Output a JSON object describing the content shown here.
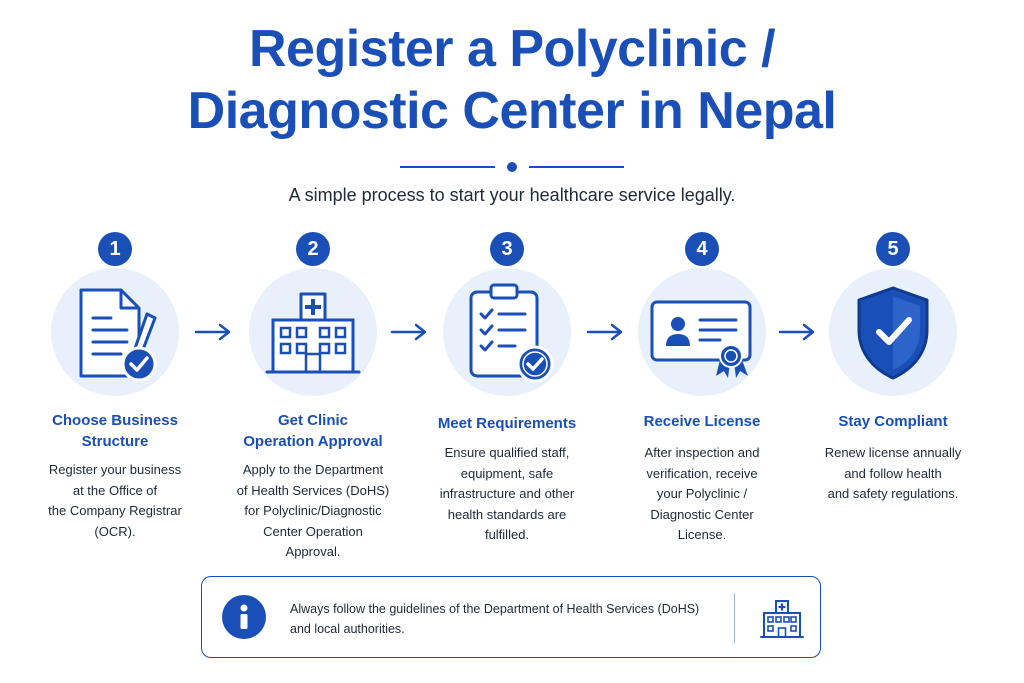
{
  "header": {
    "title_line1": "Register a Polyclinic /",
    "title_line2": "Diagnostic Center in Nepal",
    "subtitle": "A simple process to start your healthcare service legally."
  },
  "colors": {
    "primary": "#1a4fb8",
    "circle_bg": "#e8f0fc"
  },
  "steps": [
    {
      "number": "1",
      "icon": "document-pen-check-icon",
      "title_lines": [
        "Choose Business",
        "Structure"
      ],
      "desc_lines": [
        "Register your business",
        "at the Office of",
        "the Company Registrar",
        "(OCR)."
      ]
    },
    {
      "number": "2",
      "icon": "hospital-building-icon",
      "title_lines": [
        "Get Clinic",
        "Operation Approval"
      ],
      "desc_lines": [
        "Apply to the Department",
        "of Health Services (DoHS)",
        "for Polyclinic/Diagnostic",
        "Center Operation",
        "Approval."
      ]
    },
    {
      "number": "3",
      "icon": "clipboard-checklist-icon",
      "title_lines": [
        "Meet Requirements"
      ],
      "desc_lines": [
        "Ensure qualified staff,",
        "equipment, safe",
        "infrastructure and other",
        "health standards are",
        "fulfilled."
      ]
    },
    {
      "number": "4",
      "icon": "license-card-icon",
      "title_lines": [
        "Receive License"
      ],
      "desc_lines": [
        "After inspection and",
        "verification, receive",
        "your Polyclinic /",
        "Diagnostic Center",
        "License."
      ]
    },
    {
      "number": "5",
      "icon": "shield-check-icon",
      "title_lines": [
        "Stay Compliant"
      ],
      "desc_lines": [
        "Renew license annually",
        "and follow health",
        "and safety regulations."
      ]
    }
  ],
  "note": {
    "icon": "info-icon",
    "side_icon": "hospital-icon",
    "line1": "Always follow the guidelines of the Department of Health Services (DoHS)",
    "line2": "and local authorities."
  }
}
